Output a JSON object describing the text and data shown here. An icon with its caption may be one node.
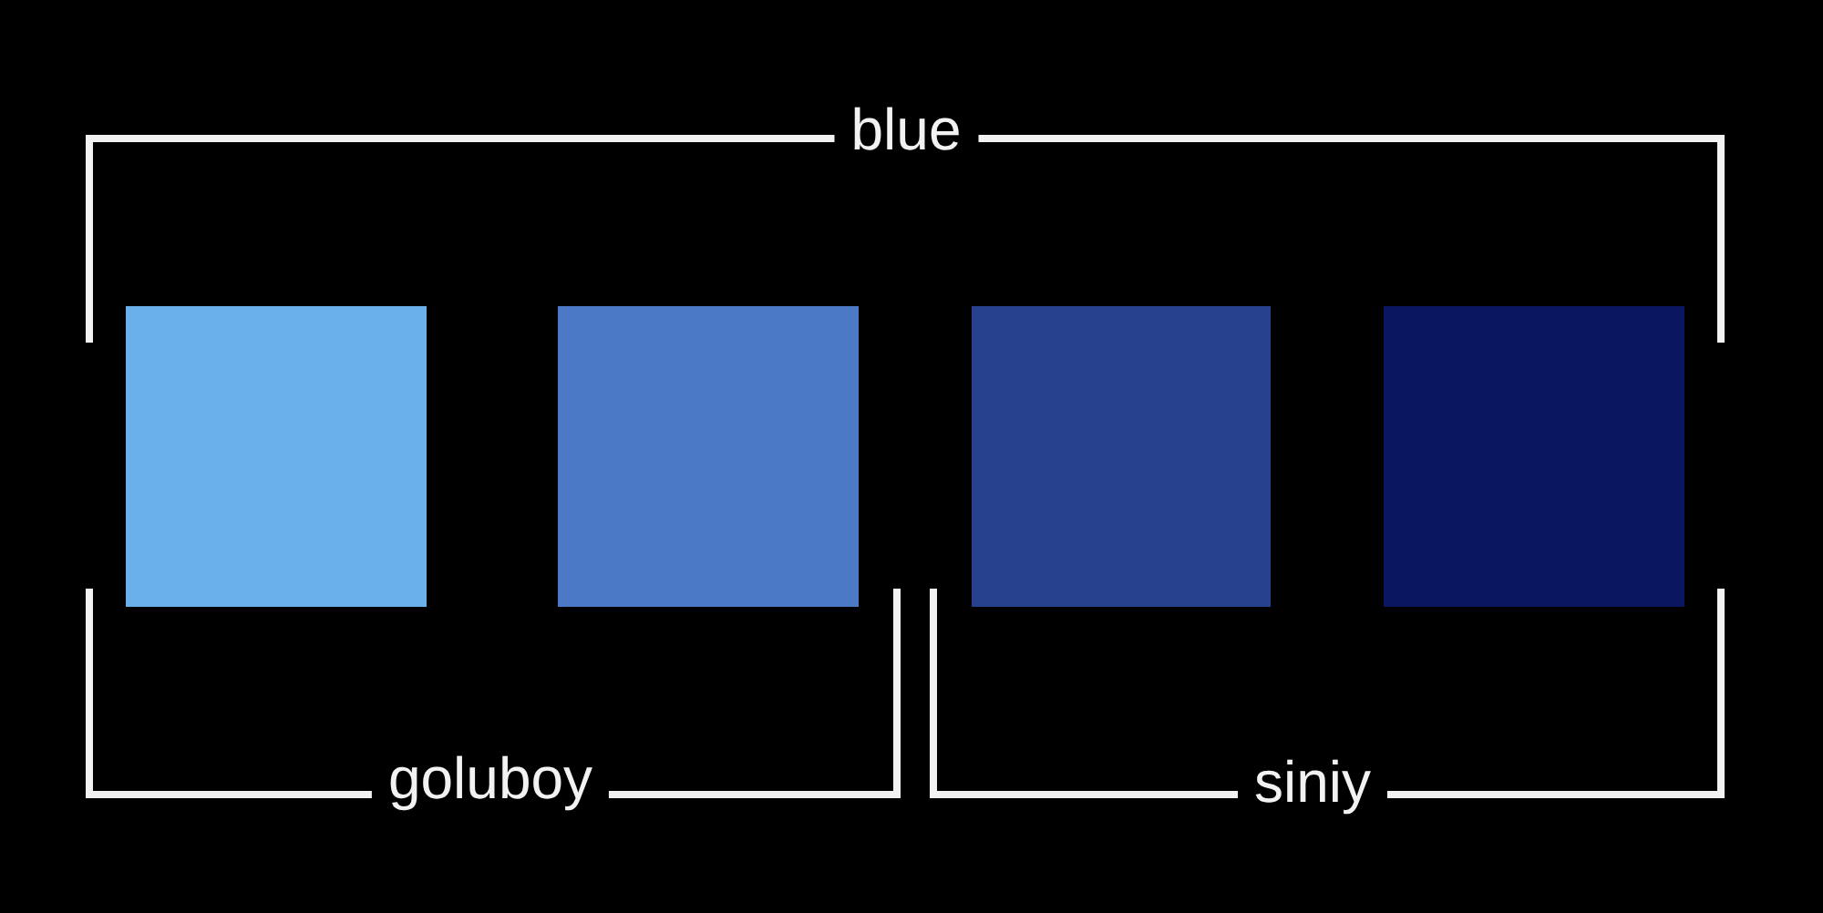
{
  "diagram": {
    "nodes": [
      {
        "text": [
          "blue"
        ]
      },
      {
        "text": [],
        "shape": "box"
      },
      {
        "text": [],
        "shape": "box"
      },
      {
        "text": [],
        "shape": "box"
      },
      {
        "text": [],
        "shape": "box"
      },
      {
        "text": [
          "goluboy"
        ]
      },
      {
        "text": [
          "siniy"
        ]
      }
    ]
  }
}
